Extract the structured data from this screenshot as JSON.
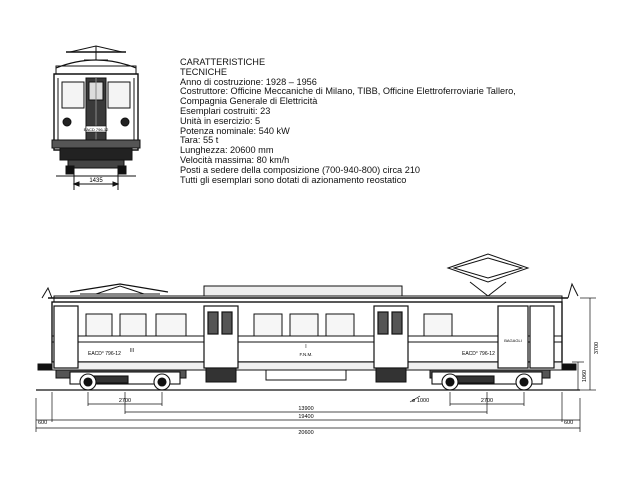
{
  "specs": {
    "heading_line1": "CARATTERISTICHE",
    "heading_line2": "TECNICHE",
    "lines": [
      "Anno di costruzione: 1928 – 1956",
      "Costruttore: Officine Meccaniche di Milano, TIBB, Officine Elettroferroviarie Tallero, Compagnia Generale di Elettricità",
      "Esemplari costruiti: 23",
      "Unità in esercizio: 5",
      "Potenza nominale: 540 kW",
      "Tara: 55 t",
      "Lunghezza: 20600 mm",
      "Velocità massima: 80 km/h",
      "Posti a sedere della composizione (700-940-800) circa 210",
      "Tutti gli esemplari sono dotati di azionamento reostatico"
    ]
  },
  "front_view": {
    "plate": "EACD 796-12",
    "gauge_label": "1435"
  },
  "side_view": {
    "plate_left": "EACD° 796-12",
    "plate_right": "EACD° 796-12",
    "class_left": "III",
    "class_center": "I",
    "operator": "F.N.M.",
    "compartment_label": "BAGAGLI",
    "dimensions": {
      "bogie_left": "2700",
      "bogie_right": "2700",
      "wheel": "ø 1000",
      "pivot": "13900",
      "body": "19400",
      "overall": "20600",
      "overhang_left": "600",
      "overhang_right": "600",
      "height_total": "3700",
      "height_floor": "1060"
    }
  }
}
